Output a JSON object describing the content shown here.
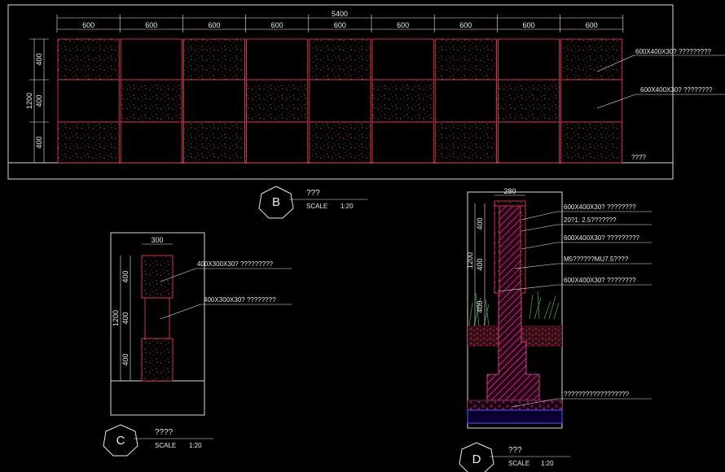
{
  "colors": {
    "background": "#000000",
    "frame": "#d8d8d8",
    "dimension": "#e8e8e8",
    "stone_edge": "#ff3b5c",
    "stone_speckle": "#d96a86",
    "hatch": "#ff4fa0",
    "ground": "#c0506a",
    "grass": "#3aa050",
    "blue_slab": "#5a55ff"
  },
  "elevation_b": {
    "total_width": "5400",
    "module_widths": [
      "600",
      "600",
      "600",
      "600",
      "600",
      "600",
      "600",
      "600",
      "600"
    ],
    "row_heights": [
      "400",
      "400",
      "400"
    ],
    "total_height": "1200",
    "callouts": [
      "600X400X30? ?????????",
      "600X400X30? ????????",
      "????"
    ]
  },
  "section_c": {
    "width": "300",
    "row_heights": [
      "400",
      "400",
      "400"
    ],
    "total_height": "1200",
    "callouts": [
      "400X300X30? ?????????",
      "400X300X30? ????????"
    ]
  },
  "section_d": {
    "width": "280",
    "heights": [
      "400",
      "400",
      "400"
    ],
    "total_height": "1200",
    "callouts": [
      "600X400X30? ????????",
      "20?1: 2.5???????",
      "600X400X30? ?????????",
      "M5??????MU7.5????",
      "600X400X30? ????????",
      "??????????????????"
    ]
  },
  "labels": [
    {
      "letter": "B",
      "title": "???",
      "scale_word": "SCALE",
      "scale": "1:20"
    },
    {
      "letter": "C",
      "title": "????",
      "scale_word": "SCALE",
      "scale": "1:20"
    },
    {
      "letter": "D",
      "title": "???",
      "scale_word": "SCALE",
      "scale": "1:20"
    }
  ]
}
